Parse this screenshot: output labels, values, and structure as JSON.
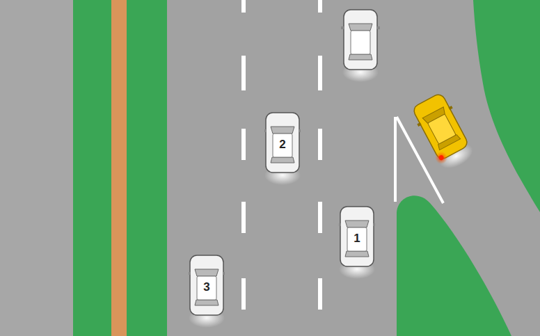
{
  "diagram": {
    "nodes": [
      {
        "text": [
          "2"
        ]
      },
      {
        "text": [
          "1"
        ]
      },
      {
        "text": [
          "3"
        ]
      }
    ]
  }
}
